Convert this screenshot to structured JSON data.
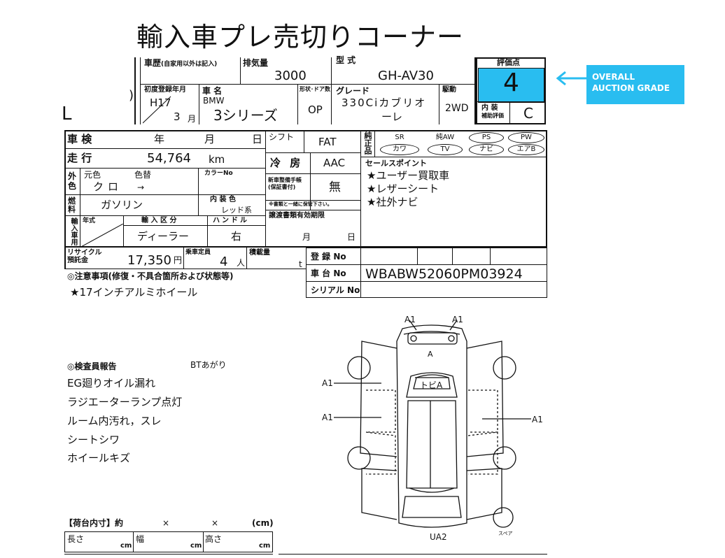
{
  "title": "輸入車プレ売切りコーナー",
  "left_marks": {
    "paren": ")",
    "letter": "L"
  },
  "header": {
    "history_label": "車歴",
    "history_note": "(自家用以外は記入)",
    "displacement_label": "排気量",
    "displacement": "3000",
    "model_label": "型 式",
    "model": "GH-AV30",
    "score_label": "評価点",
    "score": "4",
    "first_reg_label": "初度登録年月",
    "first_reg_era": "H17",
    "first_reg_month": "3",
    "month_unit": "月",
    "name_label": "車 名",
    "make": "BMW",
    "model_name": "3シリーズ",
    "shape_label": "形状･ドア数",
    "shape": "OP",
    "grade_label": "グレード",
    "grade_line1": "330Ciカブリオ",
    "grade_line2": "ーレ",
    "drive_label": "駆動",
    "drive": "2WD",
    "interior_label_1": "内 装",
    "interior_label_2": "補助評価",
    "interior_grade": "C"
  },
  "callout": {
    "line1": "OVERALL",
    "line2": "AUCTION GRADE",
    "color": "#29bdf0"
  },
  "inspection": {
    "label": "車 検",
    "year": "年",
    "month": "月",
    "day": "日"
  },
  "shift": {
    "label": "シフト",
    "value": "FAT"
  },
  "equipment": {
    "label": "純正品",
    "items": [
      "SR",
      "純AW",
      "PS",
      "PW",
      "カワ",
      "TV",
      "ナビ",
      "エアB"
    ]
  },
  "mileage": {
    "label": "走 行",
    "value": "54,764",
    "unit": "km"
  },
  "aircon": {
    "label": "冷 房",
    "value": "AAC"
  },
  "sales_points": {
    "label": "セールスポイント",
    "items": [
      "★ユーザー買取車",
      "★レザーシート",
      "★社外ナビ"
    ]
  },
  "color": {
    "label_1": "外",
    "label_2": "色",
    "orig_label": "元色",
    "orig": "クロ",
    "change_label": "色替",
    "change": "→",
    "colorno_label": "カラーNo"
  },
  "manual": {
    "label_1": "新車整備手帳",
    "label_2": "(保証書付)",
    "value": "無",
    "note": "※書類と一緒に保管下さい。"
  },
  "fuel": {
    "label_1": "燃",
    "label_2": "料",
    "value": "ガソリン",
    "int_label": "内 装 色",
    "int_value": "レッド系"
  },
  "import": {
    "label": "輸入車用",
    "form_label": "年式",
    "class_label": "輸 入 区 分",
    "class_value": "ディーラー",
    "handle_label": "ハンドル",
    "handle_value": "右"
  },
  "transfer": {
    "label": "譲渡書類有効期限",
    "month": "月",
    "day": "日"
  },
  "recycle": {
    "label_1": "リサイクル",
    "label_2": "預託金",
    "value": "17,350",
    "unit": "円"
  },
  "capacity": {
    "label": "乗車定員",
    "value": "4",
    "unit": "人"
  },
  "load": {
    "label": "積載量",
    "unit": "t"
  },
  "registration": {
    "reg_label": "登 録 No",
    "chassis_label": "車 台 No",
    "chassis": "WBABW52060PM03924",
    "serial_label": "シリアル No"
  },
  "notes": {
    "title": "◎注意事項(修復・不具合箇所および状態等)",
    "item": "★17インチアルミホイール"
  },
  "inspector": {
    "title": "◎検査員報告",
    "battery": "BTあがり",
    "items": [
      "EG廻りオイル漏れ",
      "ラジエーターランプ点灯",
      "ルーム内汚れ，スレ",
      "シートシワ",
      "ホイールキズ"
    ]
  },
  "diagram": {
    "labels": {
      "a1_tl": "A1",
      "a1_tr": "A1",
      "a": "A",
      "tobi": "トビA",
      "a1_l1": "A1",
      "a1_l2": "A1",
      "a1_r": "A1",
      "ua2": "UA2",
      "spare": "スペア"
    }
  },
  "cargo": {
    "title": "【荷台内寸】約",
    "x1": "×",
    "x2": "×",
    "unit": "(cm)",
    "length": "長さ",
    "width": "幅",
    "height": "高さ",
    "cm": "cm"
  }
}
